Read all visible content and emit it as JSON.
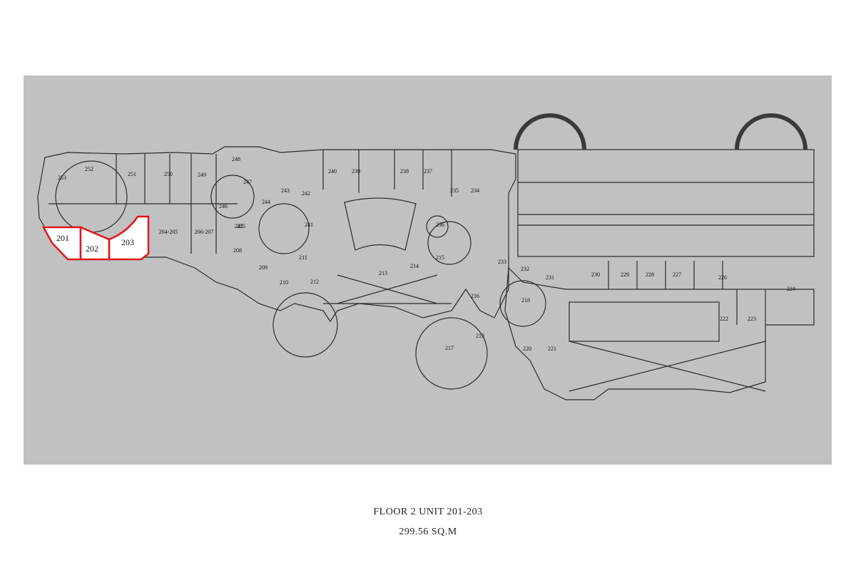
{
  "caption": {
    "title": "FLOOR 2 UNIT 201-203",
    "area": "299.56 SQ.M"
  },
  "highlight_color": "#e0161b",
  "highlighted_units": [
    "201",
    "202",
    "203"
  ],
  "units": [
    "204-205",
    "206-207",
    "208",
    "209",
    "210",
    "211",
    "212",
    "213",
    "214",
    "215",
    "216",
    "217",
    "218",
    "219",
    "220",
    "221",
    "222",
    "223",
    "224",
    "225",
    "226",
    "227",
    "228",
    "229",
    "230",
    "231",
    "232",
    "233",
    "234",
    "235",
    "236",
    "237",
    "238",
    "239",
    "240",
    "241",
    "242",
    "243",
    "244",
    "245",
    "246",
    "247",
    "248",
    "249",
    "250",
    "251",
    "252",
    "253"
  ]
}
